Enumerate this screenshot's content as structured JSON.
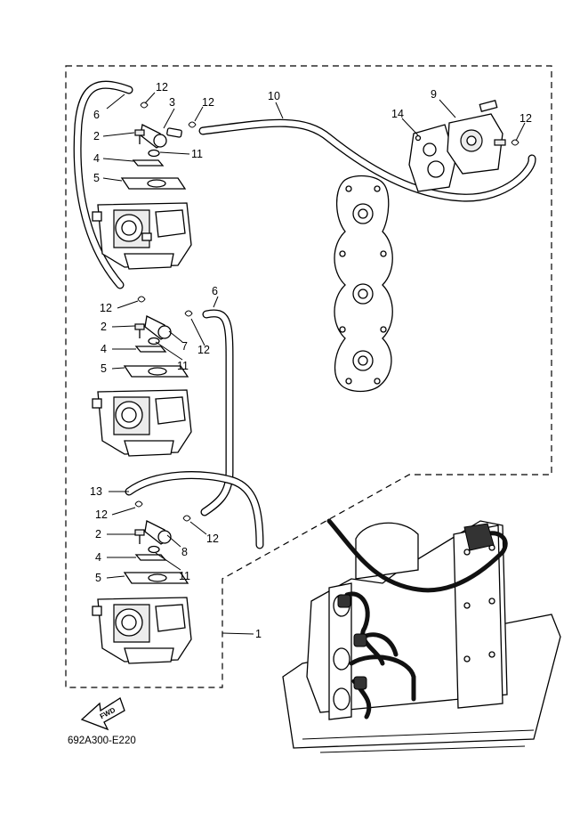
{
  "diagram": {
    "callouts": {
      "c1": "1",
      "c2a": "2",
      "c2b": "2",
      "c2c": "2",
      "c3": "3",
      "c4a": "4",
      "c4b": "4",
      "c4c": "4",
      "c5a": "5",
      "c5b": "5",
      "c5c": "5",
      "c6a": "6",
      "c6b": "6",
      "c7": "7",
      "c8": "8",
      "c9": "9",
      "c10": "10",
      "c11a": "11",
      "c11b": "11",
      "c11c": "11",
      "c12a": "12",
      "c12b": "12",
      "c12c": "12",
      "c12d": "12",
      "c12e": "12",
      "c12f": "12",
      "c12g": "12",
      "c13": "13",
      "c14": "14"
    },
    "fwd_label": "FWD",
    "drawing_code": "692A300-E220"
  }
}
